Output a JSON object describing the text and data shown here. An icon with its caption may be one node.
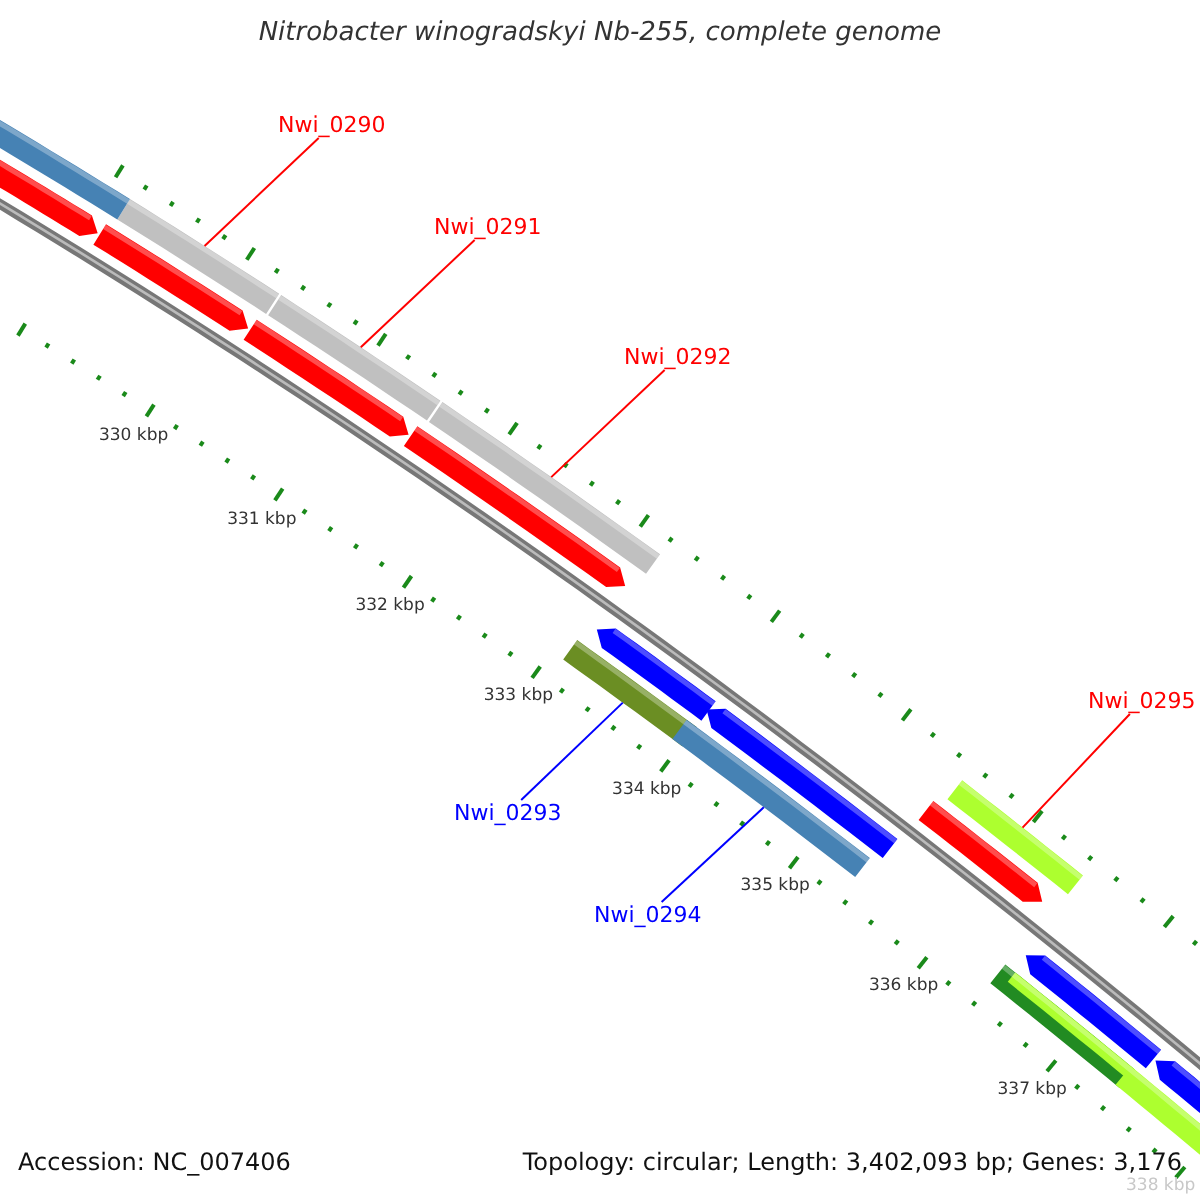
{
  "diagram": {
    "title": "Nitrobacter winogradskyi Nb-255, complete genome",
    "nodes": [
      {
        "text": [
          "Nwi_0290"
        ]
      },
      {
        "text": [],
        "shape": "bar"
      },
      {
        "text": [
          "Nwi_0291"
        ]
      },
      {
        "text": [],
        "shape": "bar"
      },
      {
        "text": [
          "Nwi_0292"
        ]
      },
      {
        "text": [],
        "shape": "bar"
      },
      {
        "text": [
          "Nwi_0295"
        ]
      },
      {
        "text": [],
        "shape": "bar"
      },
      {
        "text": [
          "Nwi_0293"
        ]
      },
      {
        "text": [],
        "shape": "bar"
      },
      {
        "text": [
          "Nwi_0294"
        ]
      },
      {
        "text": [],
        "shape": "bar"
      },
      {
        "text": [],
        "shape": "bar"
      },
      {
        "text": [],
        "shape": "bar"
      },
      {
        "text": [],
        "shape": "bar"
      },
      {
        "text": [],
        "shape": "bar"
      },
      {
        "text": [],
        "shape": "bar"
      },
      {
        "text": [],
        "shape": "bar"
      },
      {
        "text": [],
        "shape": "bar"
      },
      {
        "text": [],
        "shape": "bar"
      },
      {
        "text": [],
        "shape": "bar"
      },
      {
        "text": [],
        "shape": "bar",
        "in": 20
      },
      {
        "text": [],
        "shape": "bar"
      },
      {
        "text": [],
        "shape": "bar"
      },
      {
        "text": [],
        "shape": "bar"
      }
    ],
    "edges": [
      {
        "from": 0,
        "to": 1,
        "arrow": "none"
      },
      {
        "from": 2,
        "to": 3,
        "arrow": "none"
      },
      {
        "from": 4,
        "to": 5,
        "arrow": "none"
      },
      {
        "from": 6,
        "to": 7,
        "arrow": "none"
      },
      {
        "from": 8,
        "to": 9,
        "arrow": "none",
        "color": "#0000ff"
      },
      {
        "from": 10,
        "to": 11,
        "arrow": "none",
        "color": "#0000ff"
      }
    ],
    "labels": [
      "330 kbp",
      "331 kbp",
      "332 kbp",
      "333 kbp",
      "334 kbp",
      "335 kbp",
      "336 kbp",
      "337 kbp",
      "338 kbp",
      "Accession: NC_007406",
      "Topology: circular; Length: 3,402,093 bp; Genes: 3,176"
    ]
  }
}
